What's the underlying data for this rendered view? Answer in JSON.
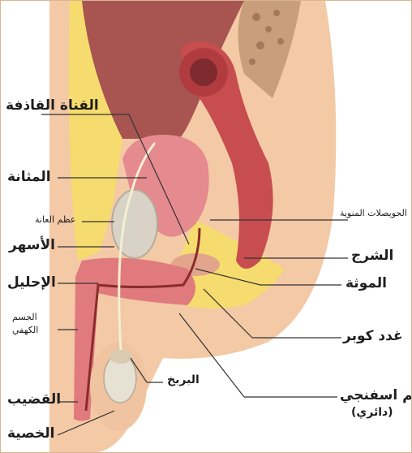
{
  "labels": {
    "vas_deferens": "القناة القاذفة",
    "bladder": "المثانة",
    "pubic_bone": "عظم العانة",
    "ureter": "الأسهر",
    "urethra": "الإحليل",
    "corpus_cavernosum_line1": "الجسم",
    "corpus_cavernosum_line2": "الكهفي",
    "penis": "القضيب",
    "testis": "الخصية",
    "seminal_vesicles": "الحويصلات المنوية",
    "rectum": "الشرج",
    "prostate": "الموثة",
    "cowper_glands": "غدد كوبر",
    "epididymis": "البربخ",
    "corpus_spongiosum_line1": "جسم اسفنجي",
    "corpus_spongiosum_line2": "(دائري)"
  },
  "colors": {
    "frame_border": "#d9b78e",
    "skin": "#f3c9a6",
    "fat": "#f6dc6e",
    "muscle": "#d9656a",
    "bladder": "#e58a8e",
    "bone": "#d8d3c6",
    "leader_line": "#333333"
  }
}
